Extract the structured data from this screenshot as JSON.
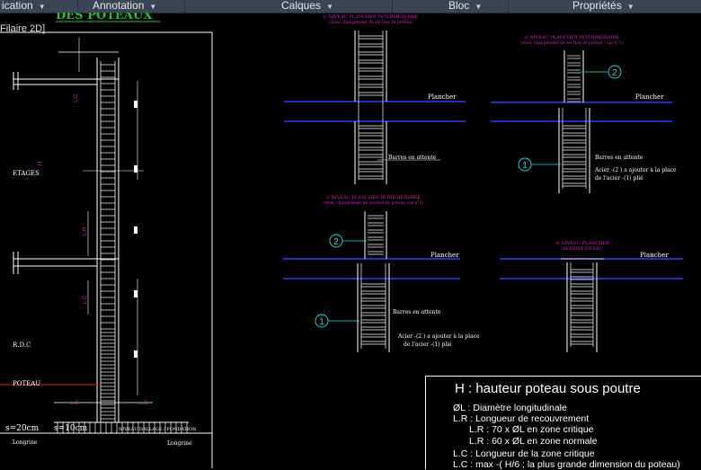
{
  "ribbon": {
    "tabs": [
      {
        "label": "ication"
      },
      {
        "label": "Annotation"
      },
      {
        "label": "Calques"
      },
      {
        "label": "Bloc"
      },
      {
        "label": "Propriétés"
      }
    ]
  },
  "viewport": {
    "label": "Filaire 2D]"
  },
  "drawing": {
    "heading": "DES POTEAUX",
    "left": {
      "etages": "ETAGES",
      "rdc": "R.D.C",
      "poteau": "POTEAU",
      "spacing_20": "s=20cm",
      "spacing_10": "s=10cm",
      "longrine_left": "Longrine",
      "longrine_right": "Longrine",
      "fondation": "NIVEAU DALLAGE / FONDATION"
    },
    "details": {
      "d1_title": "1/ NIVEAU PLANCHER INTERMEDIAIRE",
      "d1_sub": "-(Sans changement de section de poteau)",
      "d2_title": "2/ NIVEAU PLANCHER INTERMEDIAIRE",
      "d2_sub": "-(Avec changement de section de poteau : cas n°1)",
      "d3_title": "3/ NIVEAU PLANCHER INTERMEDIAIRE",
      "d3_sub": "-(Avec changement de section de poteau cas n°2)",
      "d4_title": "4/ NIVEAU PLANCHER",
      "d4_sub": "DERNIER NIVEAU",
      "plancher": "Plancher",
      "barres_attente": "Barres en attente",
      "acier_line1": "Acier -(2 ) a ajouter à la place",
      "acier_line2": "de l'acier -(1) plié",
      "acier2_line1": "Acier -(2 ) a ajouter à la place",
      "acier2_line2": "de l'acier -(1) plié",
      "marker_1": "1",
      "marker_2": "2"
    }
  },
  "legend": {
    "title": "H : hauteur poteau sous poutre",
    "line1": "ØL : Diamètre longitudinale",
    "line2": "L.R : Longueur de recouvrement",
    "line3": "L.R : 70  x   ØL en zone critique",
    "line4": "L.R : 60  x   ØL en zone normale",
    "line5": "L.C : Longueur de la zone critique",
    "line6": "L.C : max -( H/6  ; la plus grande dimension du poteau)"
  },
  "colors": {
    "background": "#000000",
    "ribbon": "#3b4453",
    "bars": "#ffffff",
    "slab": "#2f3cff",
    "cyan": "#20e0e0",
    "magenta": "#e020c8",
    "green": "#20c040",
    "red": "#d02020"
  }
}
